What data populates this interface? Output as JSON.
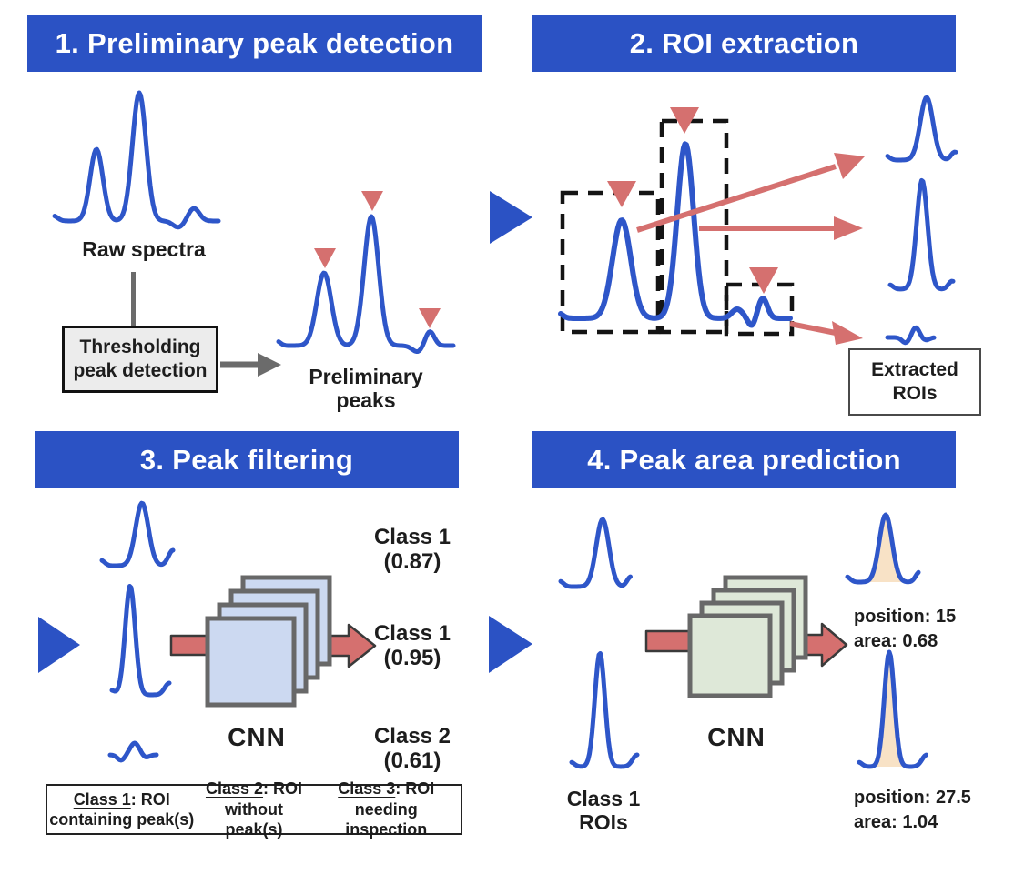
{
  "colors": {
    "header_blue": "#2b52c4",
    "curve_blue": "#2e56c9",
    "marker_red": "#d5706f",
    "cnn_blue_fill": "#ccd9f1",
    "cnn_green_fill": "#dee8d8",
    "peak_area_peach": "#f8e2c6",
    "grey": "#6b6b6b"
  },
  "panel1": {
    "title": "1. Preliminary peak detection",
    "raw_label": "Raw spectra",
    "threshold_box": {
      "line1": "Thresholding",
      "line2": "peak detection"
    },
    "prelim_label": {
      "line1": "Preliminary",
      "line2": "peaks"
    }
  },
  "panel2": {
    "title": "2. ROI extraction",
    "extracted_box": {
      "line1": "Extracted",
      "line2": "ROIs"
    }
  },
  "panel3": {
    "title": "3. Peak filtering",
    "cnn_label": "CNN",
    "results": [
      {
        "label": "Class 1",
        "score": "(0.87)"
      },
      {
        "label": "Class 1",
        "score": "(0.95)"
      },
      {
        "label": "Class 2",
        "score": "(0.61)"
      }
    ],
    "legend": [
      {
        "name": "Class 1",
        "suffix": ": ROI",
        "line2": "containing peak(s)"
      },
      {
        "name": "Class 2",
        "suffix": ": ROI",
        "line2": "without peak(s)"
      },
      {
        "name": "Class 3",
        "suffix": ": ROI",
        "line2": "needing inspection"
      }
    ]
  },
  "panel4": {
    "title": "4. Peak area prediction",
    "cnn_label": "CNN",
    "input_label": {
      "line1": "Class 1",
      "line2": "ROIs"
    },
    "outputs": [
      {
        "position": "position: 15",
        "area": "area: 0.68"
      },
      {
        "position": "position: 27.5",
        "area": "area: 1.04"
      }
    ]
  }
}
